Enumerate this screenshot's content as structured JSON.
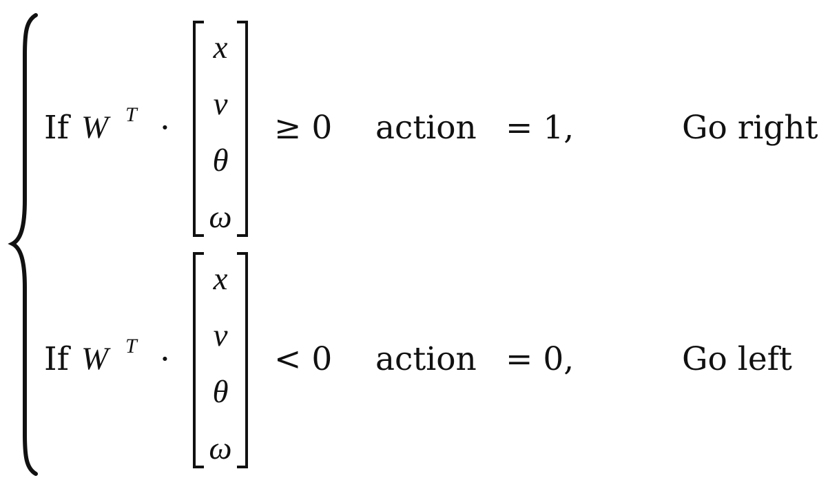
{
  "cases": [
    {
      "if_word": "If",
      "weight": "W",
      "transpose": "T",
      "dot": "·",
      "vector": [
        "x",
        "v",
        "θ",
        "ω"
      ],
      "comparison": "≥ 0",
      "action_word": "action",
      "action_value": "= 1,",
      "description": "Go right"
    },
    {
      "if_word": "If",
      "weight": "W",
      "transpose": "T",
      "dot": "·",
      "vector": [
        "x",
        "v",
        "θ",
        "ω"
      ],
      "comparison": "< 0",
      "action_word": "action",
      "action_value": "= 0,",
      "description": "Go left"
    }
  ]
}
